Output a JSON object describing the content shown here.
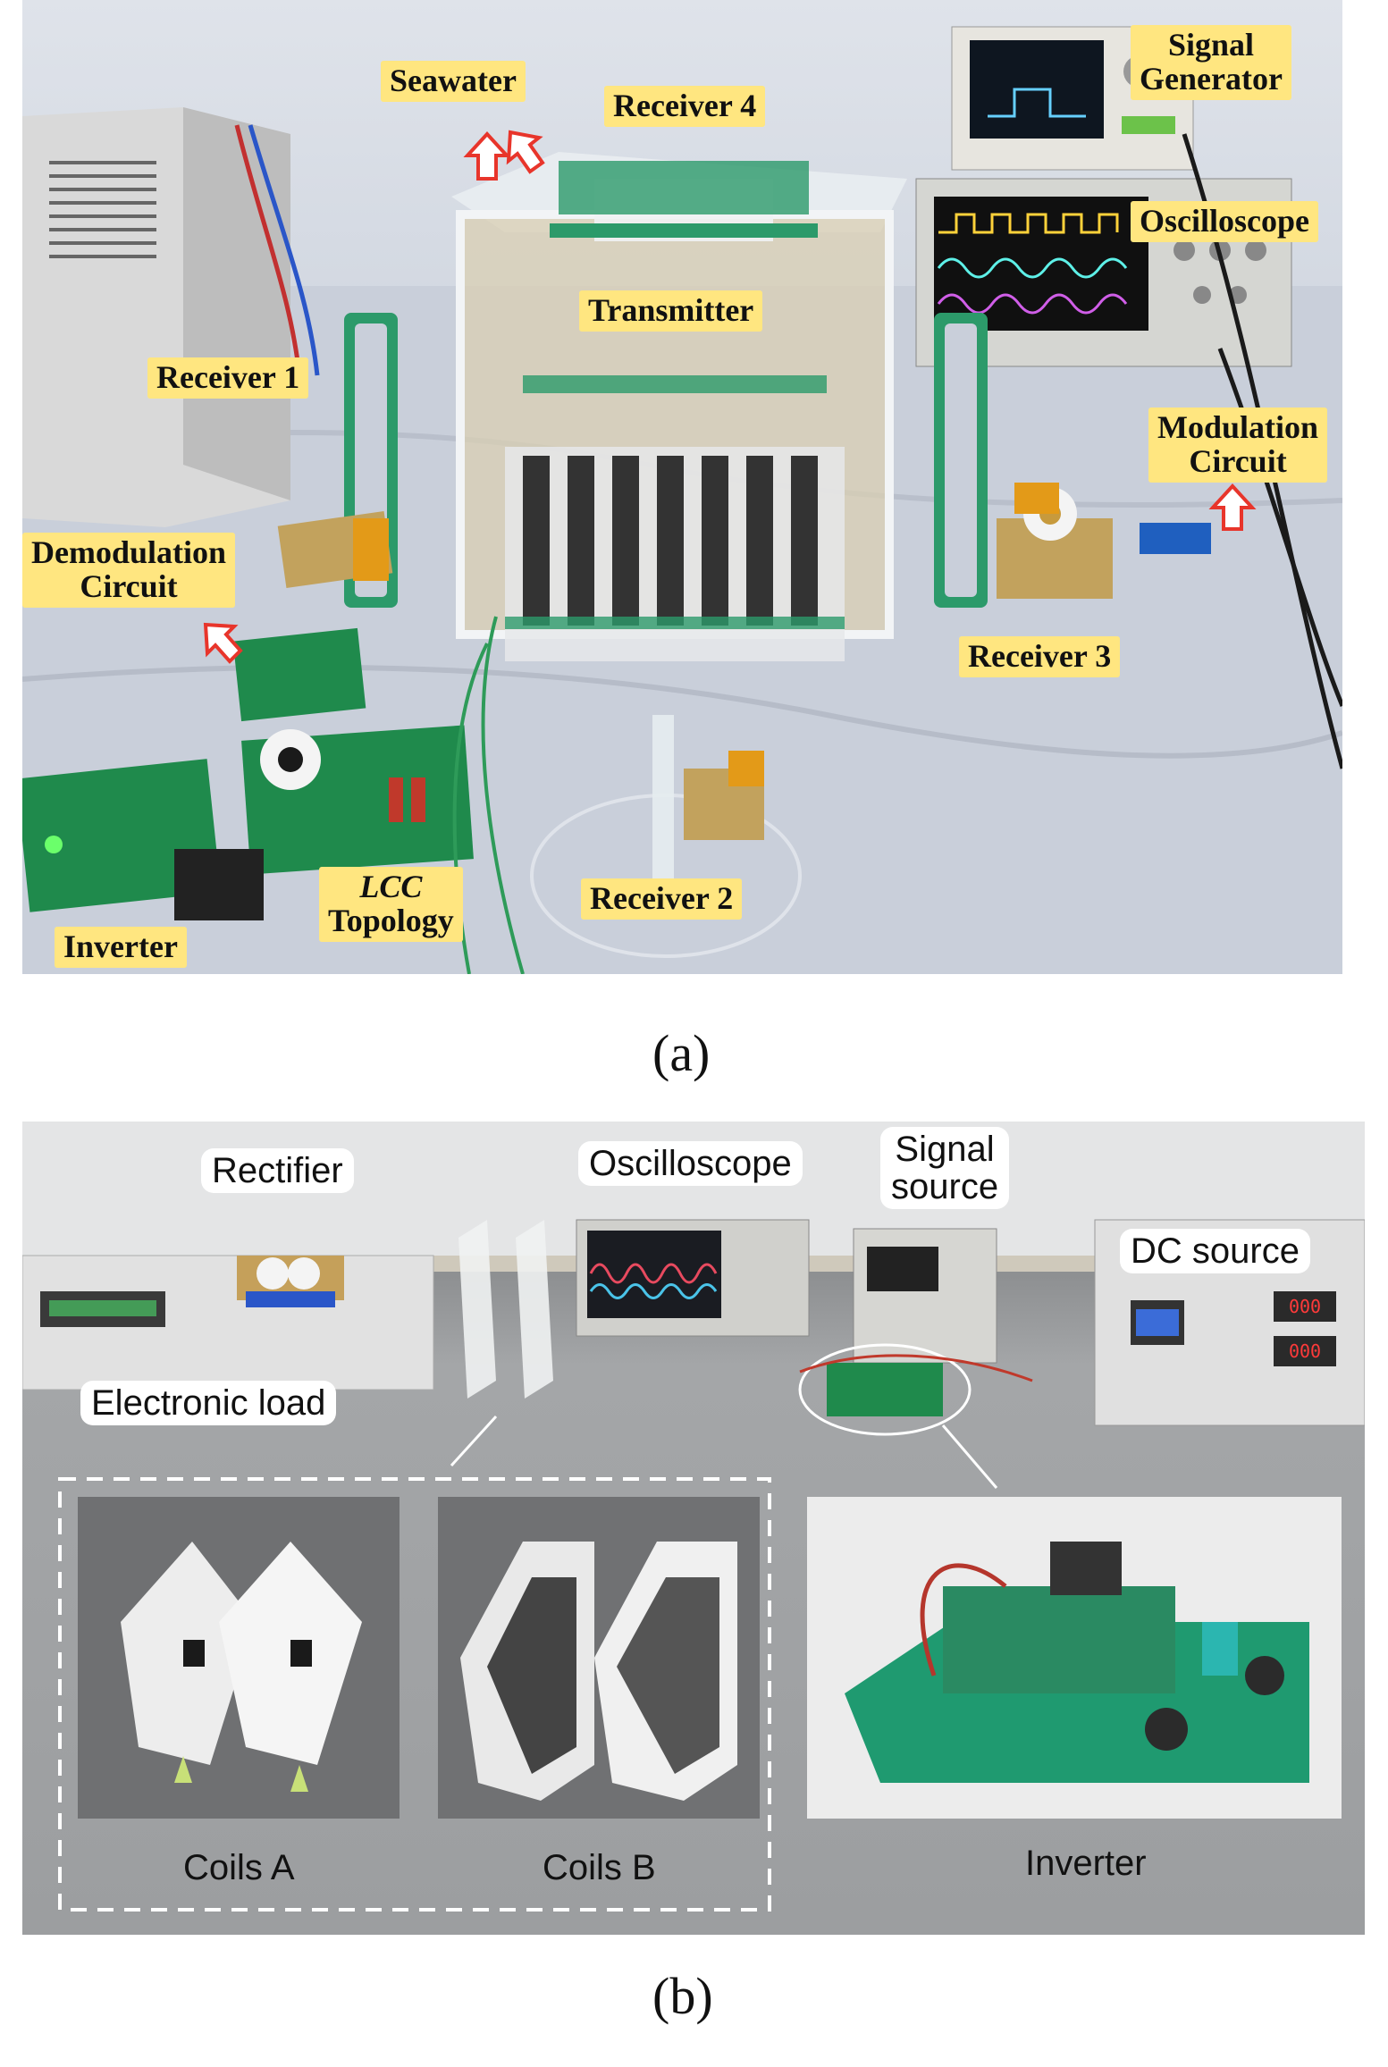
{
  "panel_a": {
    "caption": "(a)",
    "labels": {
      "seawater": "Seawater",
      "receiver_4": "Receiver 4",
      "signal_generator_line1": "Signal",
      "signal_generator_line2": "Generator",
      "oscilloscope": "Oscilloscope",
      "transmitter": "Transmitter",
      "receiver_1": "Receiver 1",
      "modulation_line1": "Modulation",
      "modulation_line2": "Circuit",
      "demodulation_line1": "Demodulation",
      "demodulation_line2": "Circuit",
      "receiver_3": "Receiver 3",
      "lcc_line1": "LCC",
      "lcc_line2": "Topology",
      "receiver_2": "Receiver 2",
      "inverter": "Inverter"
    }
  },
  "panel_b": {
    "caption": "(b)",
    "labels": {
      "rectifier": "Rectifier",
      "oscilloscope": "Oscilloscope",
      "signal_line1": "Signal",
      "signal_line2": "source",
      "dc_source": "DC source",
      "electronic_load": "Electronic load",
      "coils_a": "Coils A",
      "coils_b": "Coils B",
      "inverter": "Inverter"
    }
  },
  "colors": {
    "label_yellow": "#ffe680",
    "arrow_red": "#e8352b",
    "pcb_green": "#1f8a4c",
    "coil_green": "#2c9a6a"
  }
}
